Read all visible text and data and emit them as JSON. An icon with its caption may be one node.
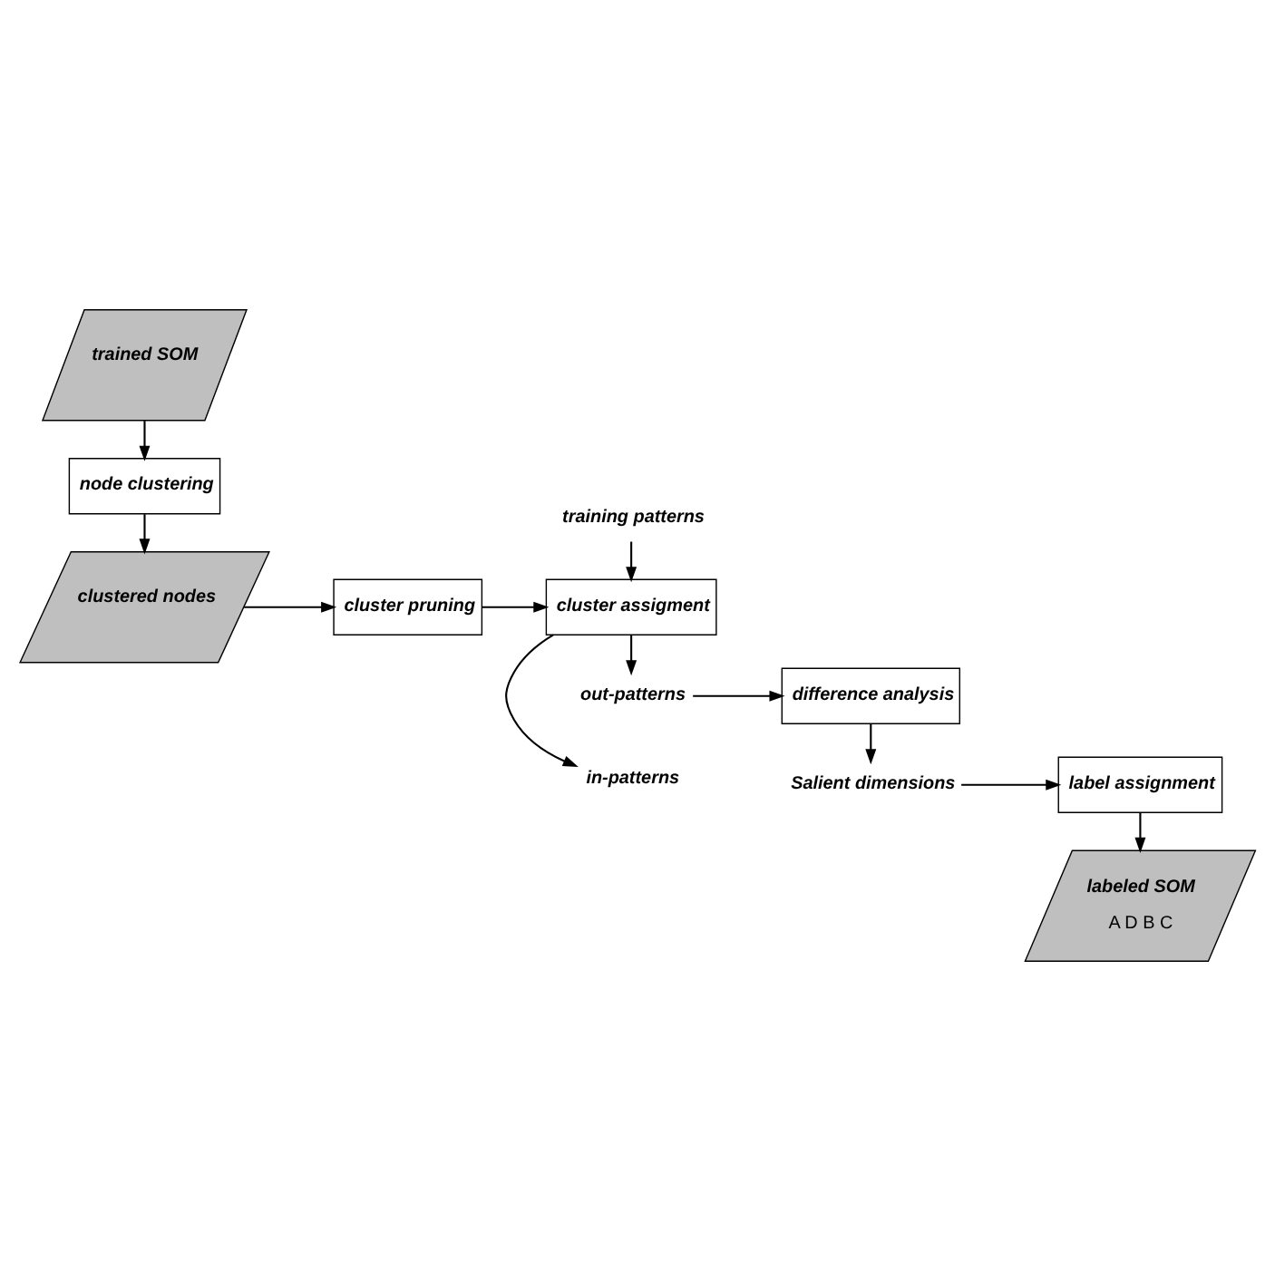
{
  "diagram": {
    "nodes": [
      {
        "text": [
          "trained SOM"
        ]
      },
      {
        "text": [
          "node clustering"
        ]
      },
      {
        "text": [
          "clustered nodes"
        ]
      },
      {
        "text": [
          "cluster pruning"
        ]
      },
      {
        "text": [
          "training patterns"
        ]
      },
      {
        "text": [
          "cluster assigment"
        ]
      },
      {
        "text": [
          "in-patterns"
        ]
      },
      {
        "text": [
          "out-patterns"
        ]
      },
      {
        "text": [
          "difference analysis"
        ]
      },
      {
        "text": [
          "Salient dimensions"
        ]
      },
      {
        "text": [
          "label assignment"
        ]
      },
      {
        "text": [
          "labeled SOM",
          "A",
          "D",
          "B",
          "C"
        ]
      }
    ],
    "edges": [
      {
        "from": 0,
        "to": 1,
        "arrow": "to"
      },
      {
        "from": 1,
        "to": 2,
        "arrow": "to"
      },
      {
        "from": 2,
        "to": 3,
        "arrow": "to"
      },
      {
        "from": 3,
        "to": 5,
        "arrow": "to"
      },
      {
        "from": 4,
        "to": 5,
        "arrow": "to"
      },
      {
        "from": 5,
        "to": 6,
        "arrow": "to"
      },
      {
        "from": 5,
        "to": 7,
        "arrow": "to"
      },
      {
        "from": 7,
        "to": 8,
        "arrow": "to"
      },
      {
        "from": 8,
        "to": 9,
        "arrow": "to"
      },
      {
        "from": 9,
        "to": 10,
        "arrow": "to"
      },
      {
        "from": 10,
        "to": 11,
        "arrow": "to"
      }
    ]
  }
}
